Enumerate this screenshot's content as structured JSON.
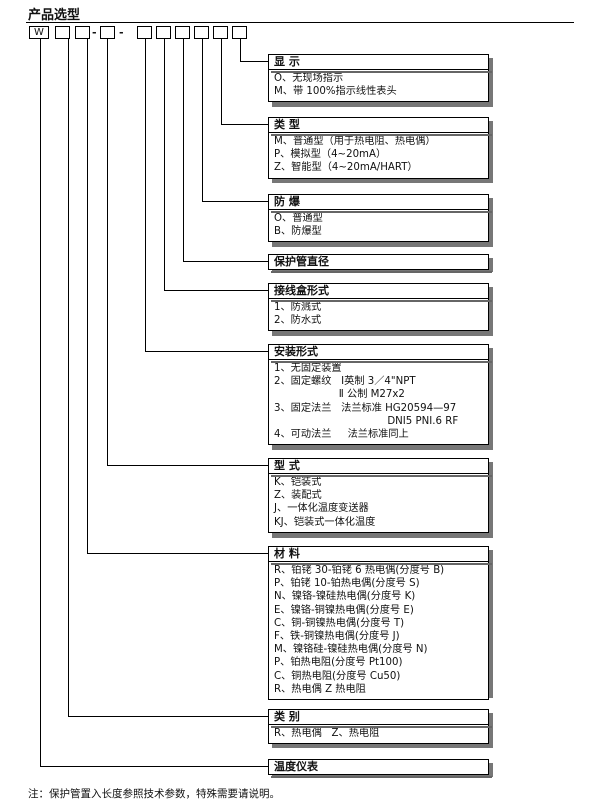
{
  "page": {
    "title": "产品选型",
    "model_code_prefix": "W",
    "model_code_dashes": [
      "-",
      "-"
    ],
    "note": "注：保护管置入长度参照技术参数，特殊需要请说明。"
  },
  "sections": [
    {
      "heading": "显    示",
      "lines": [
        "O、无现场指示",
        "M、带 100%指示线性表头"
      ]
    },
    {
      "heading": "类    型",
      "lines": [
        "M、普通型（用于热电阻、热电偶）",
        "P、模拟型（4~20mA）",
        "Z、智能型（4~20mA/HART）"
      ]
    },
    {
      "heading": "防    爆",
      "lines": [
        "O、普通型",
        "B、防爆型"
      ]
    },
    {
      "heading": "保护管直径",
      "lines": []
    },
    {
      "heading": "接线盒形式",
      "lines": [
        "1、防溅式",
        "2、防水式"
      ]
    },
    {
      "heading": "安装形式",
      "lines": [
        "1、无固定装置",
        "2、固定螺纹   Ⅰ英制 3／4\"NPT",
        "                    Ⅱ 公制 M27x2",
        "3、固定法兰   法兰标准 HG20594—97",
        "                                   DNI5 PNI.6 RF",
        "4、可动法兰     法兰标准同上"
      ]
    },
    {
      "heading": "型       式",
      "lines": [
        "K、铠装式",
        "Z、装配式",
        "J、一体化温度变送器",
        "KJ、铠装式一体化温度"
      ]
    },
    {
      "heading": "材      料",
      "lines": [
        "R、铂铑 30-铂铑 6 热电偶(分度号 B)",
        "P、铂铑 10-铂热电偶(分度号 S)",
        "N、镍铬-镍硅热电偶(分度号 K)",
        "E、镍铬-铜镍热电偶(分度号 E)",
        "C、铜-铜镍热电偶(分度号 T)",
        "F、铁-铜镍热电偶(分度号 J)",
        "M、镍铬硅-镍硅热电偶(分度号 N)",
        "P、铂热电阻(分度号 Pt100)",
        "C、铜热电阻(分度号 Cu50)",
        "R、热电偶 Z 热电阻"
      ]
    },
    {
      "heading": "类      别",
      "lines": [
        "R、热电偶   Z、热电阻"
      ]
    },
    {
      "heading": "温度仪表",
      "lines": []
    }
  ]
}
